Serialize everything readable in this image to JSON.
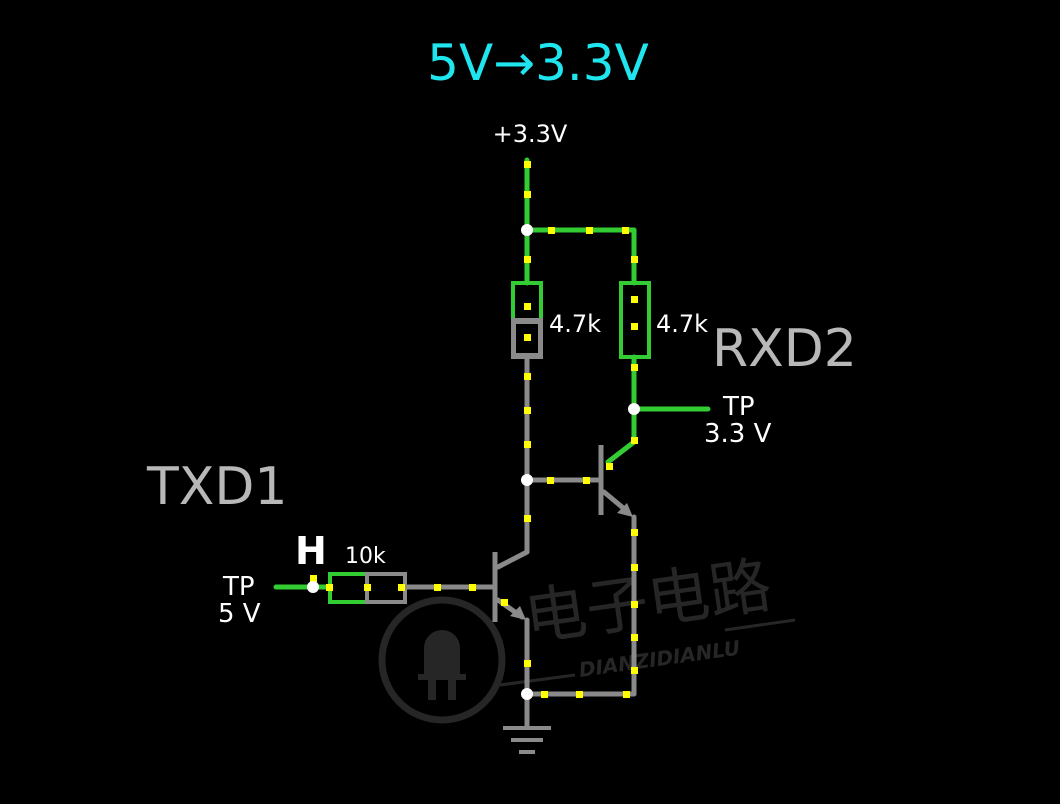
{
  "title": "5V→3.3V",
  "supply_label": "+3.3V",
  "resistors": [
    {
      "value": "4.7k"
    },
    {
      "value": "4.7k"
    },
    {
      "value": "10k"
    }
  ],
  "input": {
    "name": "TXD1",
    "state": "H",
    "tp_label": "TP",
    "tp_voltage": "5 V"
  },
  "output": {
    "name": "RXD2",
    "tp_label": "TP",
    "tp_voltage": "3.3 V"
  },
  "watermark": {
    "text": "电子电路",
    "subtext": "DIANZIDIANLU"
  },
  "colors": {
    "title": "#1fe6ee",
    "wire_high": "#33cc33",
    "wire_low": "#8a8a8a",
    "current_dot": "#ffff00",
    "label": "#ffffff",
    "net_name": "#b8b8b8"
  }
}
